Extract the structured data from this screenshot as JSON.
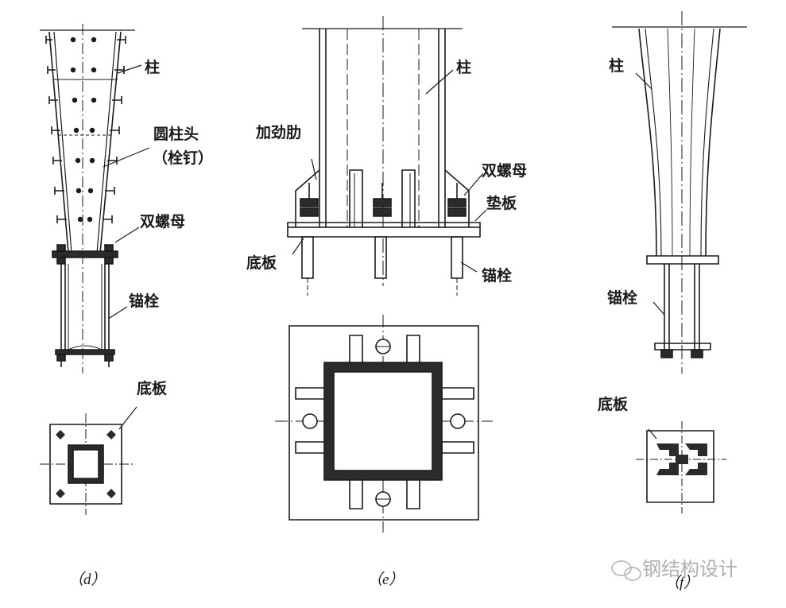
{
  "figure": {
    "d": {
      "caption": "（d）",
      "labels": {
        "column": "柱",
        "column_head": "圆柱头",
        "stud": "（栓钉）",
        "double_nut": "双螺母",
        "anchor_bolt": "锚栓",
        "base_plate": "底板"
      }
    },
    "e": {
      "caption": "（e）",
      "labels": {
        "column": "柱",
        "stiffener": "加劲肋",
        "double_nut": "双螺母",
        "shim_plate": "垫板",
        "base_plate": "底板",
        "anchor_bolt": "锚栓"
      }
    },
    "f": {
      "caption": "（f）",
      "labels": {
        "column": "柱",
        "anchor_bolt": "锚栓",
        "base_plate": "底板"
      }
    }
  },
  "watermark": {
    "text": "钢结构设计",
    "icon": "wechat-icon"
  },
  "colors": {
    "ink": "#1a1a1a",
    "fill_dark": "#2b2b2b",
    "paper": "#ffffff",
    "watermark": "#b0b0b0"
  }
}
